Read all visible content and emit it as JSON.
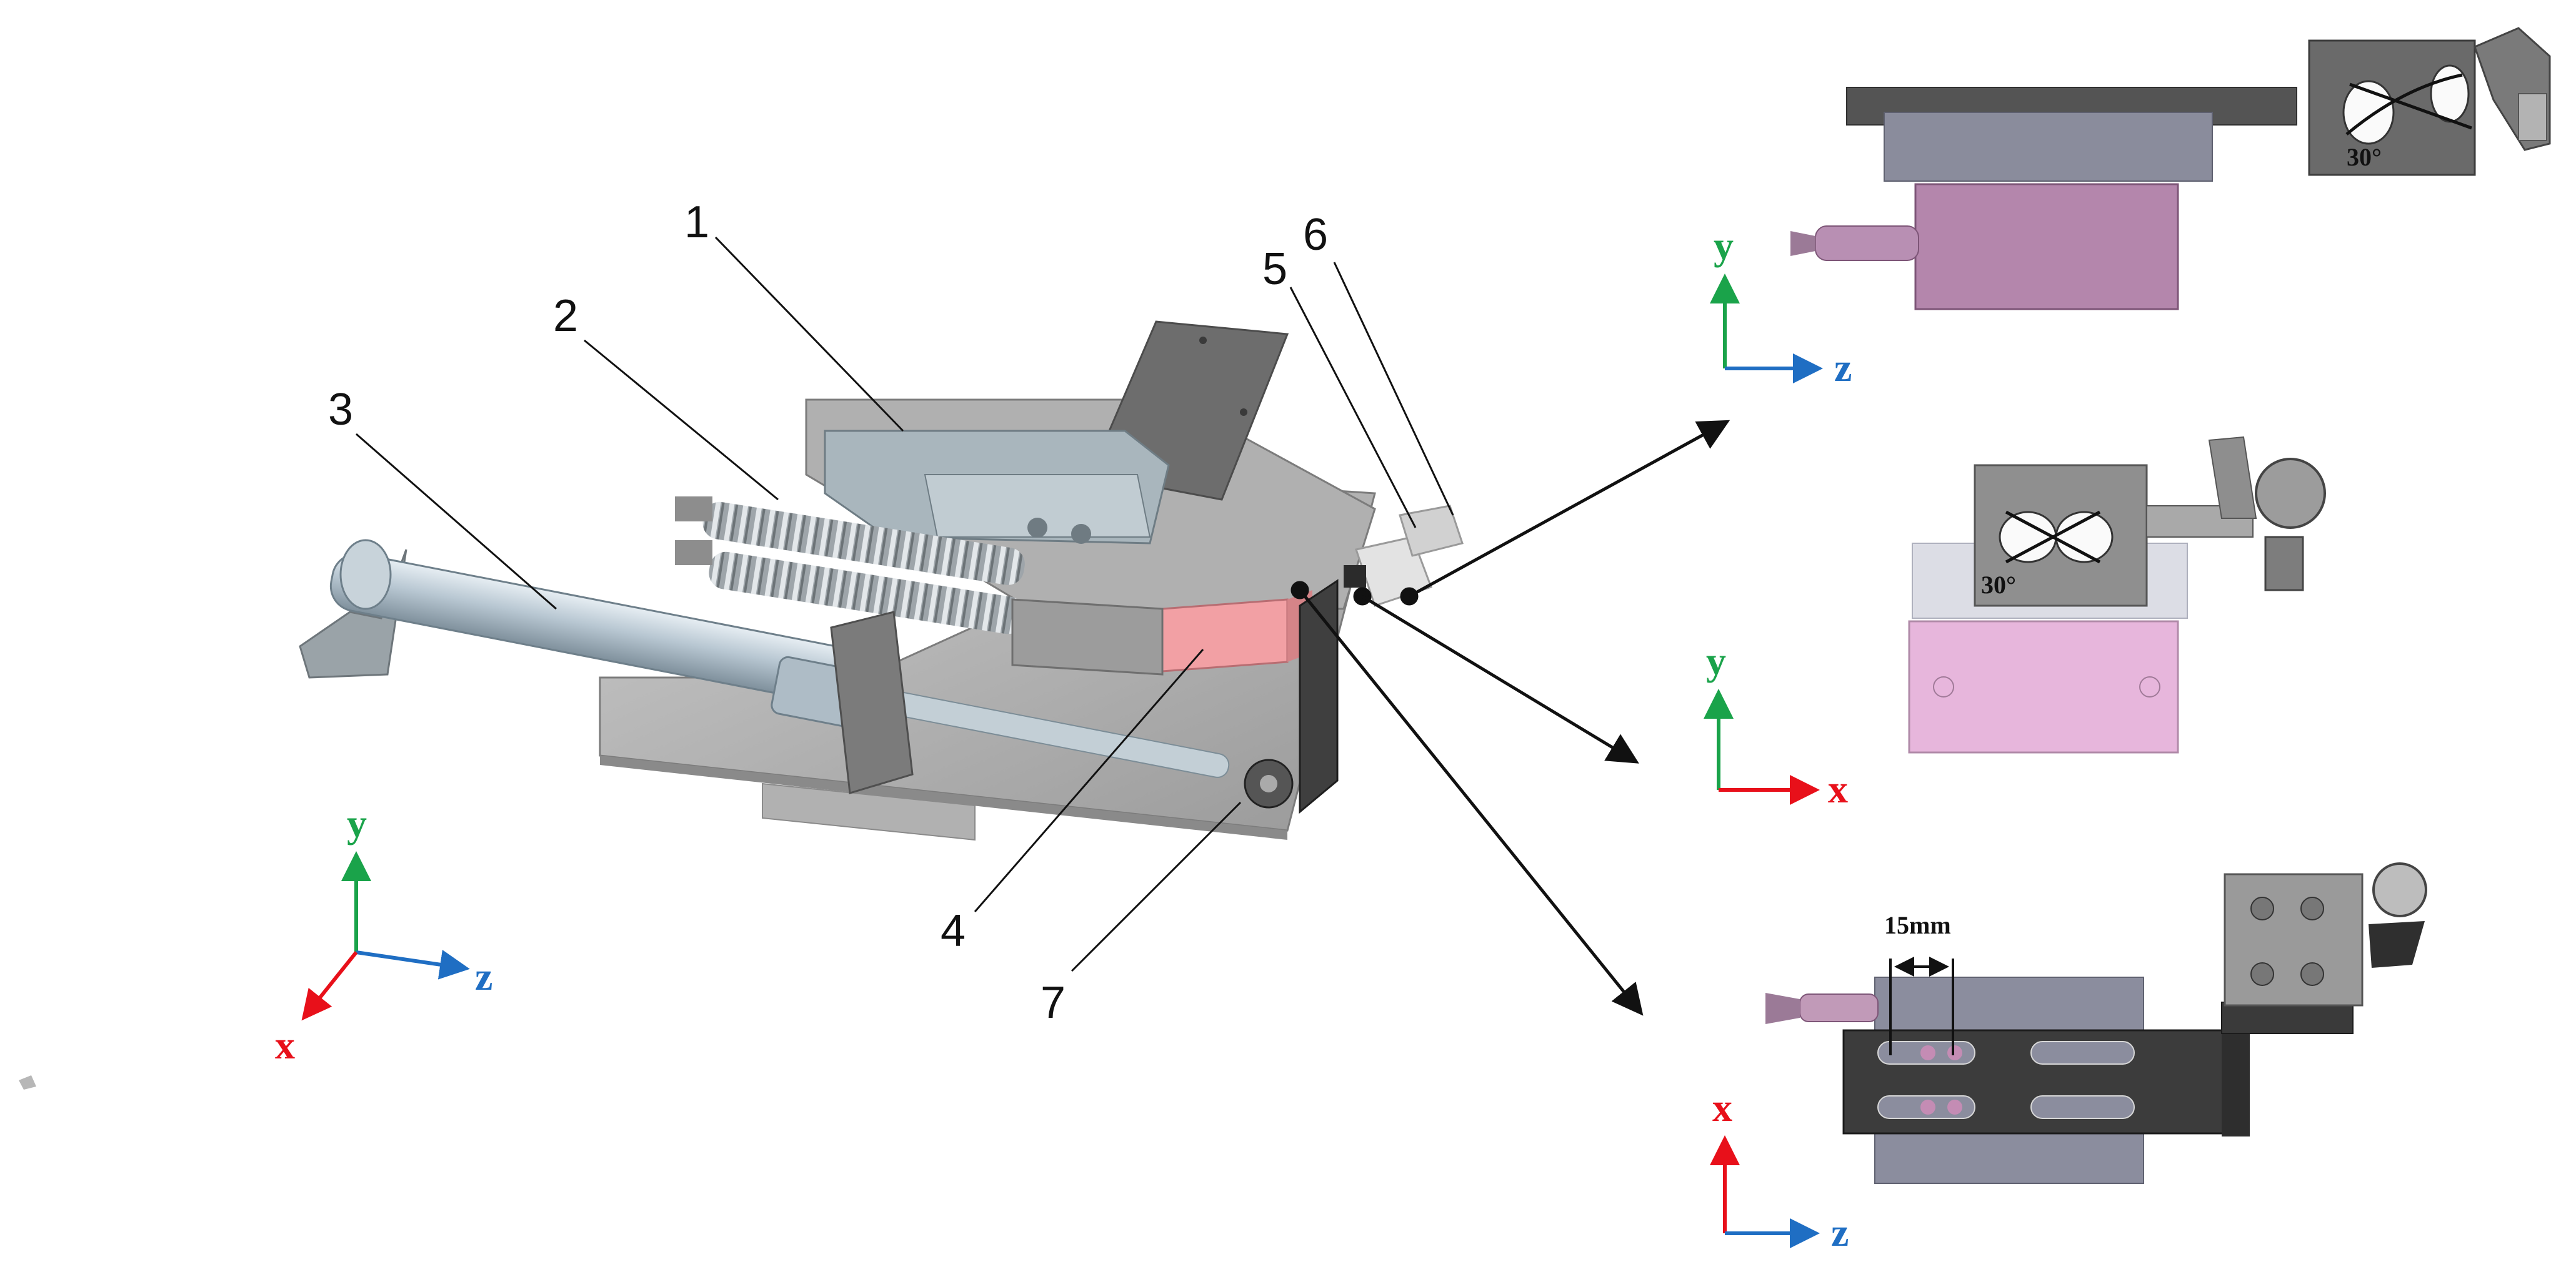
{
  "callouts": [
    "1",
    "2",
    "3",
    "4",
    "5",
    "6",
    "7"
  ],
  "axes": {
    "x": "x",
    "y": "y",
    "z": "z"
  },
  "annotations": {
    "angle_top": "30°",
    "angle_mid": "30°",
    "spacing": "15mm"
  },
  "colors": {
    "axis_x": "#e8101a",
    "axis_y": "#1aa34a",
    "axis_z": "#1f6ec3",
    "gripper_pink": "#f2a0a4",
    "cylinder_body": "#b9c9d4",
    "dark_plate": "#3d3d3d",
    "view_pink": "#c48cb4",
    "view_grey": "#8a8c9c"
  },
  "icons": [
    "pneumatic-cylinder",
    "spring-guide-rods",
    "mounting-plate",
    "gripper-block",
    "roller-end-effector"
  ]
}
